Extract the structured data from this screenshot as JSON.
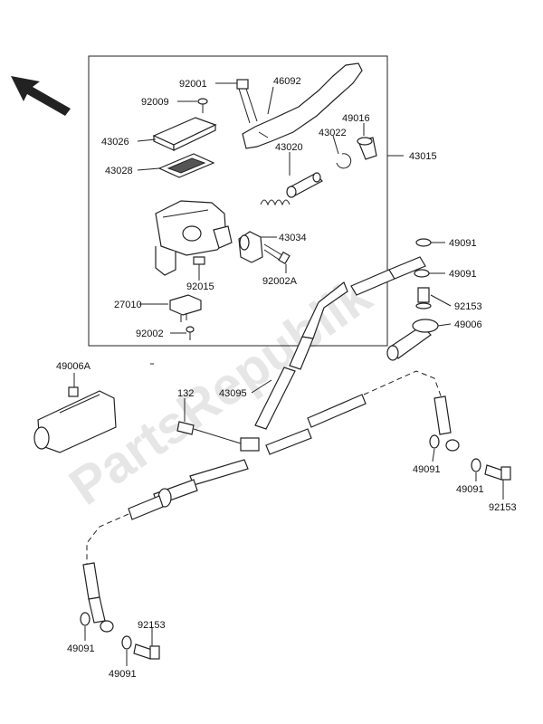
{
  "watermark": "PartsRepublik",
  "labels": {
    "p92001": "92001",
    "p46092": "46092",
    "p92009": "92009",
    "p43026": "43026",
    "p49016": "49016",
    "p43022": "43022",
    "p43015": "43015",
    "p43028": "43028",
    "p43020": "43020",
    "p43034": "43034",
    "p92015": "92015",
    "p92002A": "92002A",
    "p27010": "27010",
    "p92002": "92002",
    "p49091a": "49091",
    "p49091b": "49091",
    "p92153a": "92153",
    "p49006": "49006",
    "p49006A": "49006A",
    "p43095": "43095",
    "p132": "132",
    "p49091c": "49091",
    "p49091d": "49091",
    "p92153b": "92153",
    "p49091e": "49091",
    "p92153c": "92153",
    "p49091f": "49091"
  }
}
